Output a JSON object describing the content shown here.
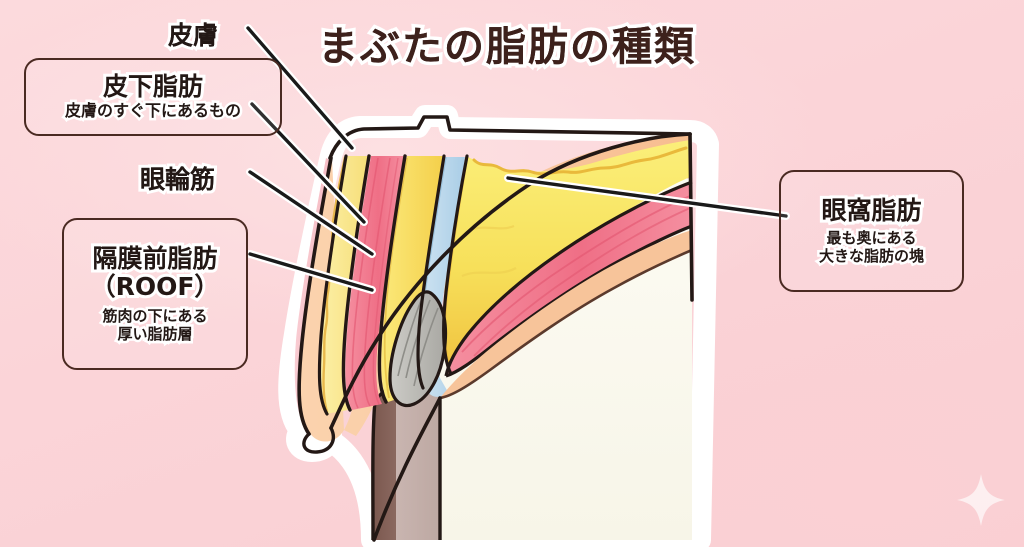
{
  "title": "まぶたの脂肪の種類",
  "background_color": "#fbd4d7",
  "labels": {
    "skin": "皮膚",
    "orbicularis": "眼輪筋"
  },
  "boxes": {
    "subcutaneous": {
      "heading": "皮下脂肪",
      "subtext": "皮膚のすぐ下にあるもの"
    },
    "roof": {
      "heading_line1": "隔膜前脂肪",
      "heading_line2": "（ROOF）",
      "subtext_line1": "筋肉の下にある",
      "subtext_line2": "厚い脂肪層"
    },
    "orbital": {
      "heading": "眼窩脂肪",
      "subtext_line1": "最も奥にある",
      "subtext_line2": "大きな脂肪の塊"
    }
  },
  "illustration": {
    "name": "eyelid-cross-section",
    "layers": [
      {
        "name": "skin",
        "color": "#f9c49b"
      },
      {
        "name": "subcutaneous-fat",
        "color": "#f8e08a"
      },
      {
        "name": "orbicularis-muscle",
        "color": "#f0788c"
      },
      {
        "name": "preseptal-fat-roof",
        "color": "#f7d94f"
      },
      {
        "name": "orbital-septum",
        "color": "#b6d6ea"
      },
      {
        "name": "orbital-fat",
        "color": "#f7e15a"
      },
      {
        "name": "tarsal-plate",
        "color": "#b9b9b4"
      },
      {
        "name": "sclera",
        "color": "#fbfaf1"
      },
      {
        "name": "iris",
        "color": "#8d6a61"
      },
      {
        "name": "cornea",
        "color": "#c4b0ab"
      }
    ],
    "outline_color": "#231815",
    "sticker_outline_color": "#ffffff"
  },
  "decor": {
    "sparkle": "sparkle-icon"
  }
}
